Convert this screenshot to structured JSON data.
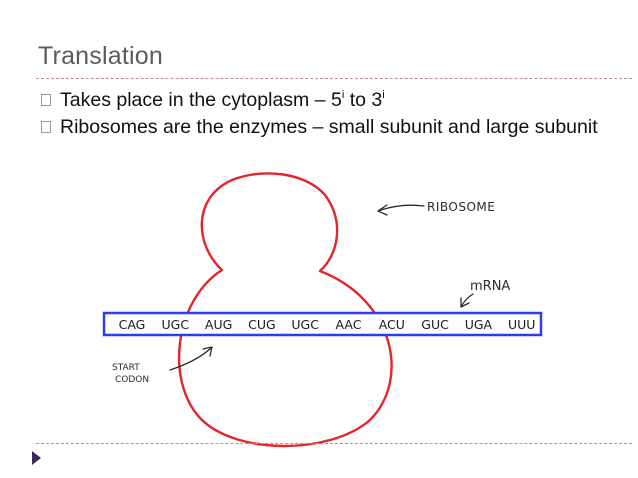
{
  "title": "Translation",
  "bullets": [
    {
      "text": "Takes place in the cytoplasm – 5",
      "sup1": "i",
      "mid": " to 3",
      "sup2": "i"
    },
    {
      "text": "Ribosomes are the enzymes – small subunit and large subunit"
    }
  ],
  "diagram": {
    "ribosome_label": "RIBOSOME",
    "mrna_label": "mRNA",
    "start_codon_label_line1": "START",
    "start_codon_label_line2": "CODON",
    "codons": [
      "CAG",
      "UGC",
      "AUG",
      "CUG",
      "UGC",
      "AAC",
      "ACU",
      "GUC",
      "UGA",
      "UUU"
    ],
    "colors": {
      "ribosome": "#e3262c",
      "mrna_strip": "#2a3ef0",
      "pencil": "#2b2b2b"
    }
  }
}
